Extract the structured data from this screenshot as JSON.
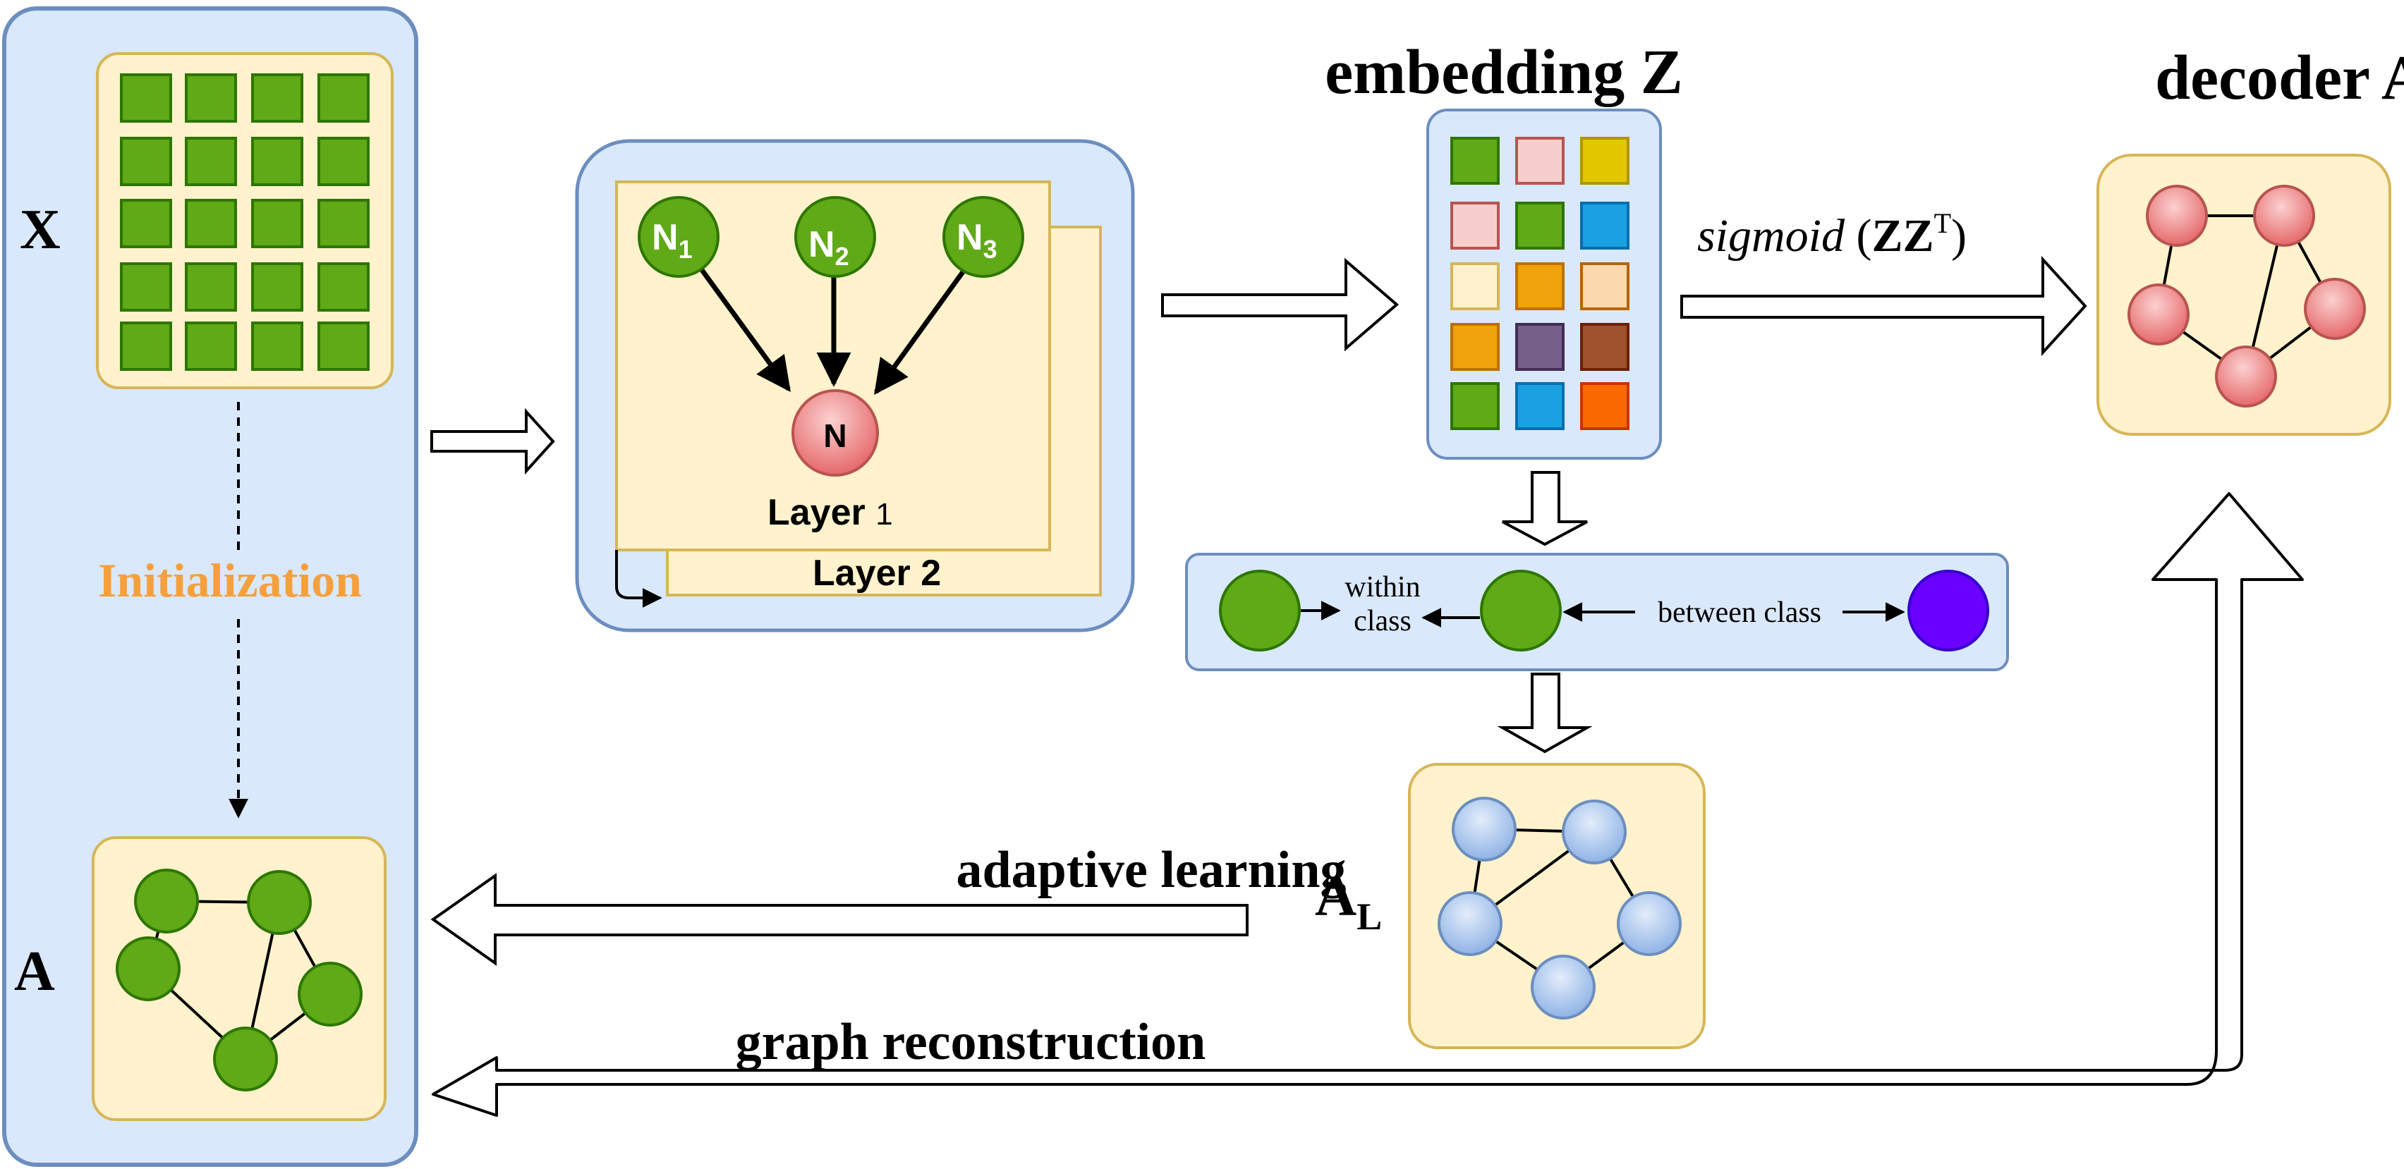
{
  "labels": {
    "x_matrix": "X",
    "a_graph": "A",
    "initialization": "Initialization",
    "layer1_prefix": "Layer ",
    "layer1_num": "1",
    "layer2": "Layer 2",
    "node_n": "N",
    "n1_base": "N",
    "n1_sub": "1",
    "n2_base": "N",
    "n2_sub": "2",
    "n3_base": "N",
    "n3_sub": "3",
    "embedding": "embedding Z",
    "decoder": "decoder A",
    "sigmoid_fn": "sigmoid",
    "sigmoid_open": " (",
    "sigmoid_zz": "ZZ",
    "sigmoid_sup": "T",
    "sigmoid_close": ")",
    "within_1": "within",
    "within_2": "class",
    "between": "between class",
    "al_base": "A",
    "al_sub": "L",
    "adaptive": "adaptive learning",
    "reconstruction": "graph reconstruction"
  },
  "colors": {
    "panel_blue": "#dae8fc",
    "panel_blue_stroke": "#6c8ebf",
    "panel_yellow": "#fff2cc",
    "panel_yellow_stroke": "#d6b656",
    "green": "#60a917",
    "green_stroke": "#2d7600",
    "pink": "#ea6b66",
    "blue_node": "#a9c4eb",
    "purple": "#6a00ff",
    "orange_text": "#f5a03d"
  },
  "embedding_grid": [
    [
      "#60a917",
      "#f8cecc",
      "#e3c800"
    ],
    [
      "#f8cecc",
      "#60a917",
      "#1ba1e2"
    ],
    [
      "#fff2cc",
      "#f0a30a",
      "#fad7ac"
    ],
    [
      "#f0a30a",
      "#76608a",
      "#a0522d"
    ],
    [
      "#60a917",
      "#1ba1e2",
      "#fa6800"
    ]
  ]
}
